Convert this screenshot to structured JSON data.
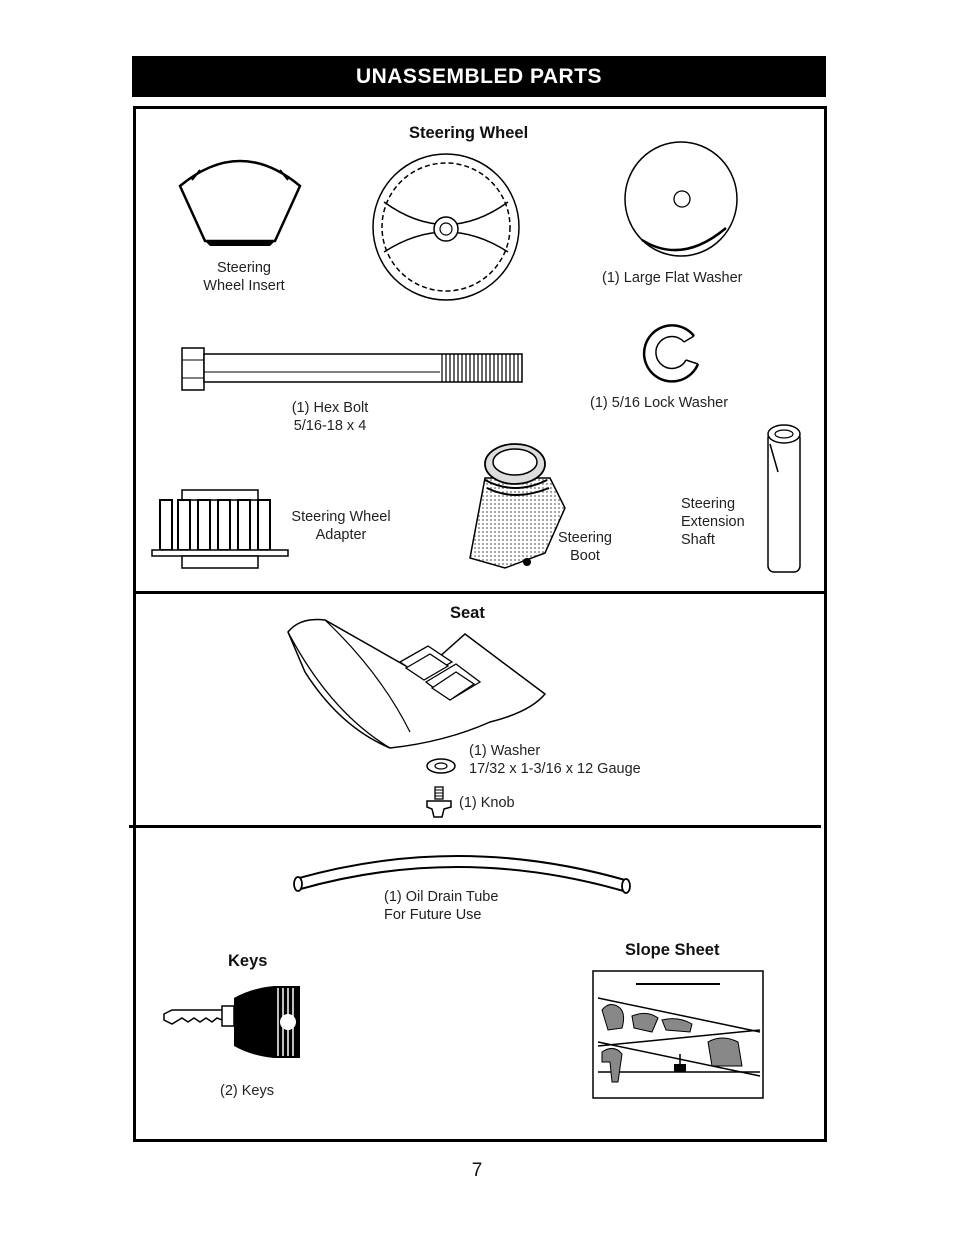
{
  "header": {
    "title": "UNASSEMBLED PARTS"
  },
  "sections": {
    "steering": {
      "heading": "Steering Wheel",
      "wheel_insert": "Steering\nWheel Insert",
      "large_flat_washer": "(1) Large Flat Washer",
      "hex_bolt": "(1) Hex Bolt\n5/16-18 x 4",
      "lock_washer": "(1) 5/16 Lock Washer",
      "wheel_adapter": "Steering Wheel\nAdapter",
      "steering_boot": "Steering\nBoot",
      "extension_shaft": "Steering\nExtension\nShaft"
    },
    "seat": {
      "heading": "Seat",
      "washer": "(1) Washer\n17/32 x 1-3/16 x 12 Gauge",
      "knob": "(1) Knob"
    },
    "misc": {
      "oil_drain_tube": "(1) Oil Drain Tube\nFor Future Use",
      "keys_heading": "Keys",
      "keys_label": "(2) Keys",
      "slope_heading": "Slope Sheet"
    }
  },
  "page_number": "7"
}
